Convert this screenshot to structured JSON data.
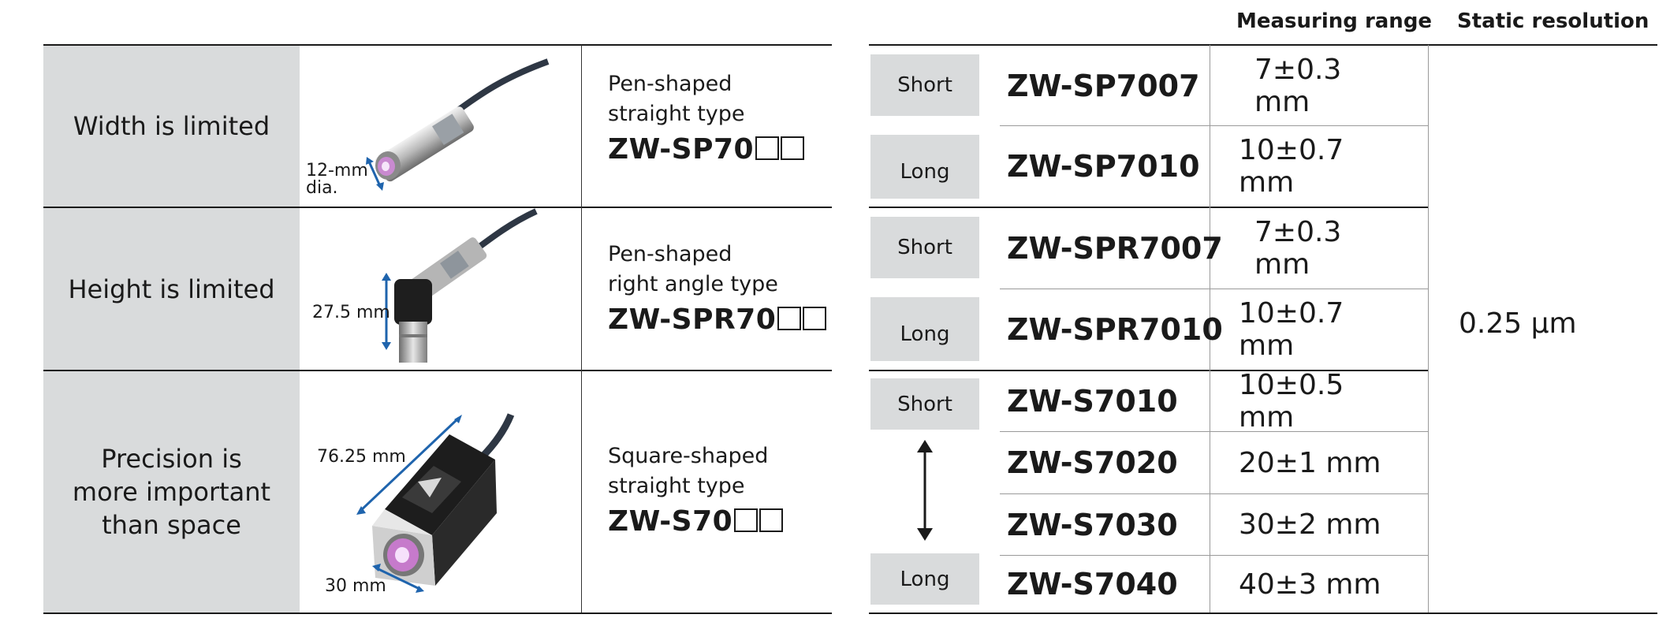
{
  "headers": {
    "measuring_range": "Measuring range",
    "static_resolution": "Static resolution"
  },
  "left_rows": [
    {
      "condition": "Width is limited",
      "dim_label": "12-mm\ndia.",
      "type_line1": "Pen-shaped",
      "type_line2": "straight type",
      "model": "ZW-SP70"
    },
    {
      "condition": "Height is limited",
      "dim_label": "27.5 mm",
      "type_line1": "Pen-shaped",
      "type_line2": "right angle type",
      "model": "ZW-SPR70"
    },
    {
      "condition": "Precision is\nmore important\nthan space",
      "dim_label_a": "76.25 mm",
      "dim_label_b": "30 mm",
      "type_line1": "Square-shaped",
      "type_line2": "straight type",
      "model": "ZW-S70"
    }
  ],
  "right_rows": [
    {
      "tag": "Short",
      "model": "ZW-SP7007",
      "range": "7±0.3 mm"
    },
    {
      "tag": "Long",
      "model": "ZW-SP7010",
      "range": "10±0.7 mm"
    },
    {
      "tag": "Short",
      "model": "ZW-SPR7007",
      "range": "7±0.3 mm"
    },
    {
      "tag": "Long",
      "model": "ZW-SPR7010",
      "range": "10±0.7 mm"
    },
    {
      "tag": "Short",
      "model": "ZW-S7010",
      "range": "10±0.5 mm"
    },
    {
      "tag": "",
      "model": "ZW-S7020",
      "range": "20±1 mm"
    },
    {
      "tag": "",
      "model": "ZW-S7030",
      "range": "30±2 mm"
    },
    {
      "tag": "Long",
      "model": "ZW-S7040",
      "range": "40±3 mm"
    }
  ],
  "static_resolution_value": "0.25 μm",
  "colors": {
    "condition_bg": "#d9dbdc",
    "tag_bg": "#d9dbdc",
    "dimension_arrow": "#1f64ad",
    "rule": "#1a1a1a"
  }
}
